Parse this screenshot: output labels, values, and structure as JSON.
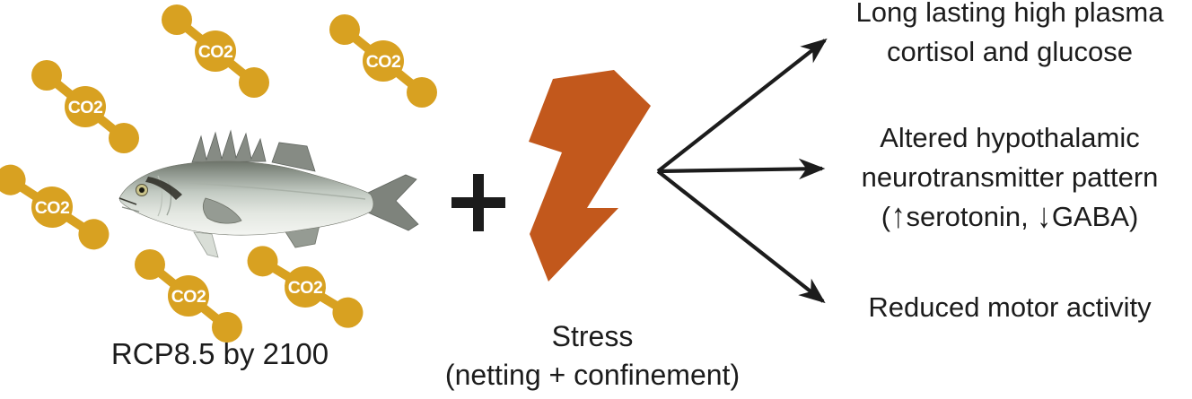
{
  "colors": {
    "co2_gold": "#D8A121",
    "bolt_orange": "#C2581C",
    "ink": "#1C1C1C"
  },
  "co2_label": "CO2",
  "caption_rcp": "RCP8.5 by 2100",
  "plus_sign": "+",
  "stress": {
    "line1": "Stress",
    "line2": "(netting + confinement)"
  },
  "outcomes": [
    {
      "lines": [
        "Long lasting high plasma",
        "cortisol and glucose"
      ]
    },
    {
      "lines": [
        "Altered hypothalamic",
        "neurotransmitter pattern"
      ],
      "sub": {
        "open": "(",
        "up_arrow": "↑",
        "mid": "serotonin, ",
        "down_arrow": "↓",
        "close": "GABA)"
      }
    },
    {
      "lines": [
        "Reduced motor activity"
      ]
    }
  ],
  "icons": {
    "co2_molecule": "three connected gold circles (O-C-O)",
    "fish": "european sea bass illustration",
    "plus": "+",
    "bolt": "lightning bolt",
    "branch_arrows": "three arrows fanning right"
  }
}
